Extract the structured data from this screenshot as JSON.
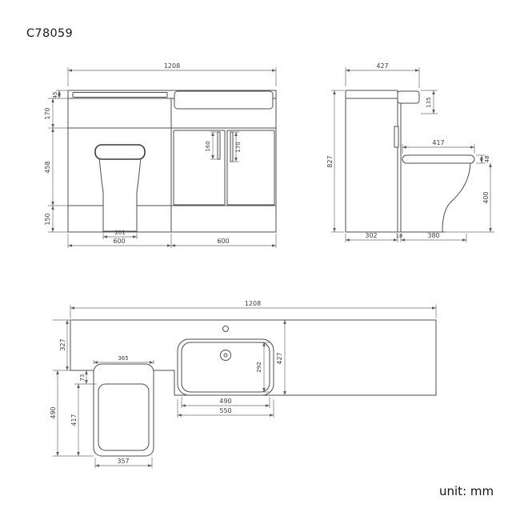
{
  "title": "C78059",
  "unit_label": "unit: mm",
  "front_view": {
    "overall_width": "1208",
    "worktop_height": "45",
    "upper_height": "170",
    "mid_height": "458",
    "plinth_height": "150",
    "left_handle": "160",
    "right_handle": "170",
    "toilet_base_width": "201",
    "left_unit_width": "600",
    "right_unit_width": "600"
  },
  "side_view": {
    "overall_depth": "427",
    "cistern_top": "135",
    "overall_height": "827",
    "seat_depth": "417",
    "seat_thickness": "48",
    "seat_height": "400",
    "unit_depth": "302",
    "gap": "18",
    "pan_projection": "380"
  },
  "plan_view": {
    "overall_width": "1208",
    "counter_depth": "327",
    "toilet_width": "365",
    "seat_gap": "73",
    "toilet_projection": "417",
    "toilet_depth": "490",
    "toilet_front_width": "357",
    "basin_inner_depth": "292",
    "basin_counter_depth": "427",
    "basin_inner_width": "490",
    "basin_outer_width": "550"
  }
}
